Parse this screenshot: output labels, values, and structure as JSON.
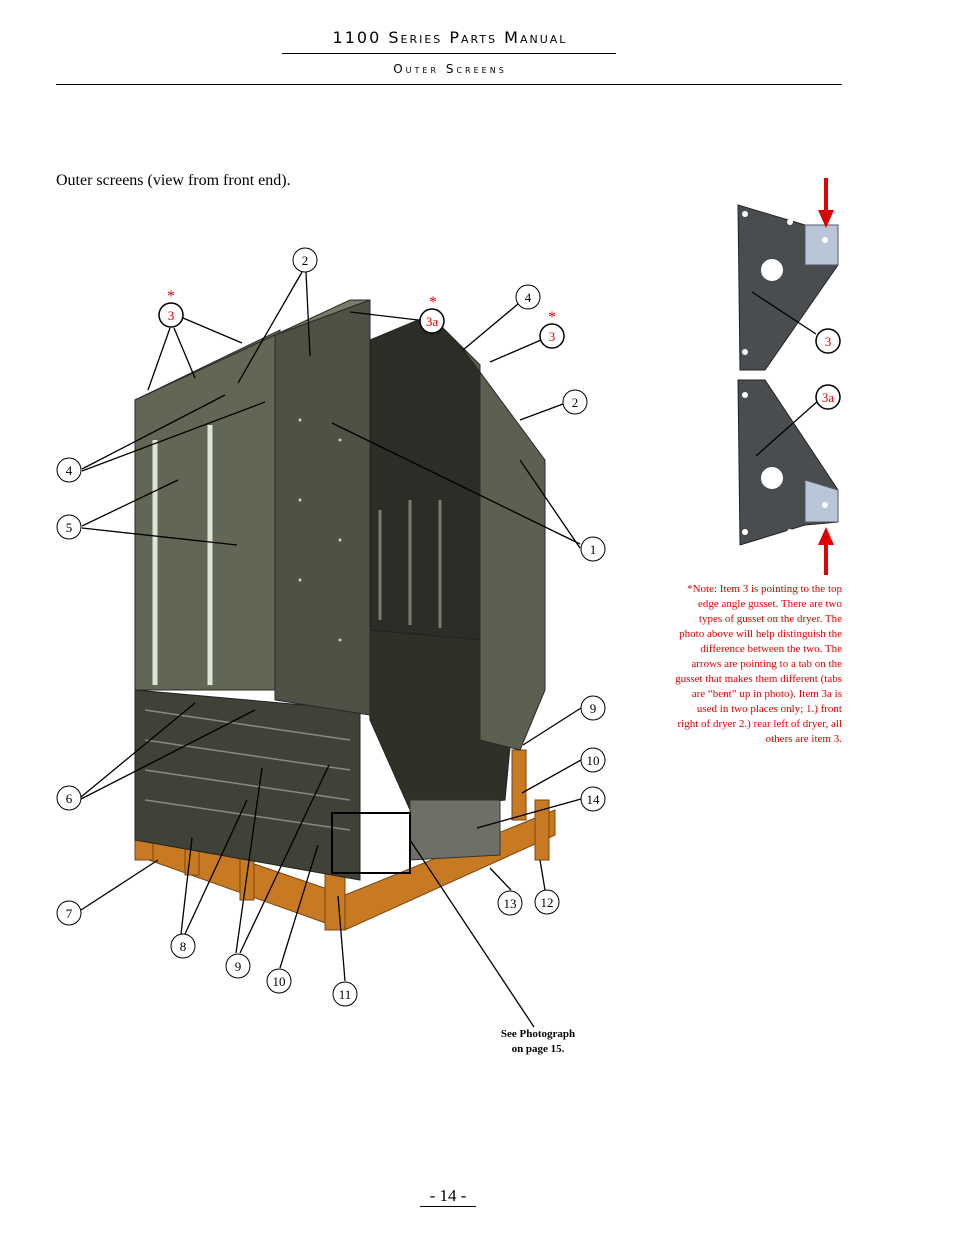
{
  "header": {
    "title": "1100 Series Parts Manual",
    "subtitle": "Outer Screens"
  },
  "caption": "Outer screens (view from front end).",
  "callouts": {
    "c1": "1",
    "c2a": "2",
    "c2b": "2",
    "c3a": "3",
    "c3b": "3",
    "c3c": "3",
    "c3a1": "3a",
    "c3a2": "3a",
    "c4a": "4",
    "c4b": "4",
    "c5": "5",
    "c6": "6",
    "c7": "7",
    "c8": "8",
    "c9a": "9",
    "c9b": "9",
    "c10a": "10",
    "c10b": "10",
    "c11": "11",
    "c12": "12",
    "c13": "13",
    "c14": "14",
    "star": "*"
  },
  "note": "*Note: Item 3 is pointing to the top edge angle gusset. There are two types of gusset on the dryer. The photo above will help distinguish the difference between the two. The arrows are pointing to a tab on the gusset that makes them different (tabs are “bent” up in photo). Item 3a is used in two places only; 1.) front right of dryer 2.) rear left of dryer, all others are item 3.",
  "see_photo": "See Photograph on page 15.",
  "page_number": "- 14 -",
  "colors": {
    "accent": "#e00000",
    "frame": "#c77a22",
    "panel": "#5a5e4c"
  }
}
